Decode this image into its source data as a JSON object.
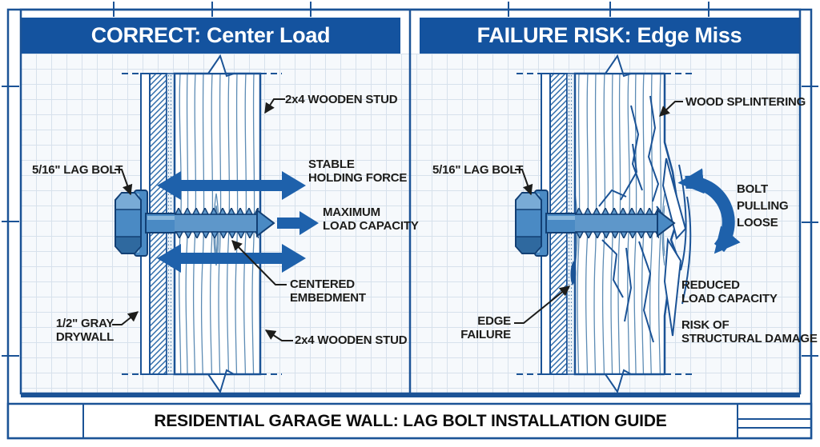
{
  "left_panel": {
    "header": "CORRECT: Center Load",
    "labels": {
      "stud_top": "2x4 WOODEN STUD",
      "lag_bolt": "5/16\" LAG BOLT",
      "stable_holding": "STABLE\nHOLDING FORCE",
      "max_load": "MAXIMUM\nLOAD CAPACITY",
      "centered_embedment": "CENTERED\nEMBEDMENT",
      "drywall": "1/2\" GRAY\nDRYWALL",
      "stud_bottom": "2x4 WOODEN STUD"
    }
  },
  "right_panel": {
    "header": "FAILURE RISK: Edge Miss",
    "labels": {
      "wood_splintering": "WOOD SPLINTERING",
      "lag_bolt": "5/16\" LAG BOLT",
      "bolt_pulling_loose": "BOLT\nPULLING\nLOOSE",
      "reduced_load": "REDUCED\nLOAD CAPACITY",
      "edge_failure": "EDGE\nFAILURE",
      "risk_damage": "RISK OF\nSTRUCTURAL DAMAGE"
    }
  },
  "footer": {
    "title": "RESIDENTIAL GARAGE WALL: LAG BOLT INSTALLATION GUIDE"
  },
  "colors": {
    "blueprint_line": "#1b5396",
    "header_bar": "#14539f",
    "arrow_blue": "#1e61ab",
    "bolt_fill": "#4a8ac4",
    "label_text": "#1c1c1a",
    "grid_line": "#d7e1ec",
    "grid_bg": "#f6f9fc"
  }
}
